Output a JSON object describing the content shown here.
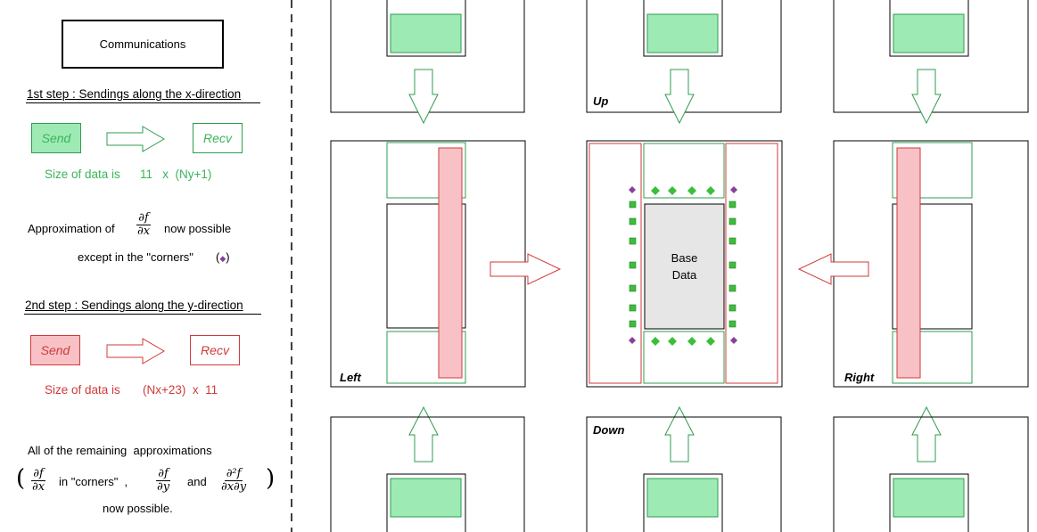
{
  "panel": {
    "title": "Communications",
    "step1": {
      "heading": "1st step : Sendings along the x-direction",
      "send_label": "Send",
      "recv_label": "Recv",
      "size_prefix": "Size of data is",
      "size_value": "11   x  (Ny+1)"
    },
    "approx": {
      "prefix": "Approximation of",
      "suffix": "now possible",
      "except_line": "except in the \"corners\"",
      "diamond_glyph": "◆",
      "frac_num": "∂f",
      "frac_den": "∂x"
    },
    "step2": {
      "heading": "2nd step : Sendings along the y-direction",
      "send_label": "Send",
      "recv_label": "Recv",
      "size_prefix": "Size of data is",
      "size_value": "(Nx+23)  x  11"
    },
    "remaining": {
      "line1": "All of the remaining  approximations",
      "corners_text": "in \"corners\"  ,",
      "and_text": "and",
      "line3": "now possible.",
      "frac1_num": "∂f",
      "frac1_den": "∂x",
      "frac2_num": "∂f",
      "frac2_den": "∂y",
      "frac3_num": "∂²f",
      "frac3_den": "∂x∂y",
      "open_paren": "(",
      "close_paren": ")"
    }
  },
  "diagram": {
    "labels": {
      "up": "Up",
      "down": "Down",
      "left": "Left",
      "right": "Right",
      "base_line1": "Base",
      "base_line2": "Data"
    }
  },
  "colors": {
    "green_stroke": "#2e9c4f",
    "green_fill": "#9eeab5",
    "red_stroke": "#d03a3a",
    "red_fill": "#f7c1c6",
    "gray_fill": "#e6e6e6",
    "purple": "#8a3f9c",
    "green_marker": "#3bbf3b"
  }
}
